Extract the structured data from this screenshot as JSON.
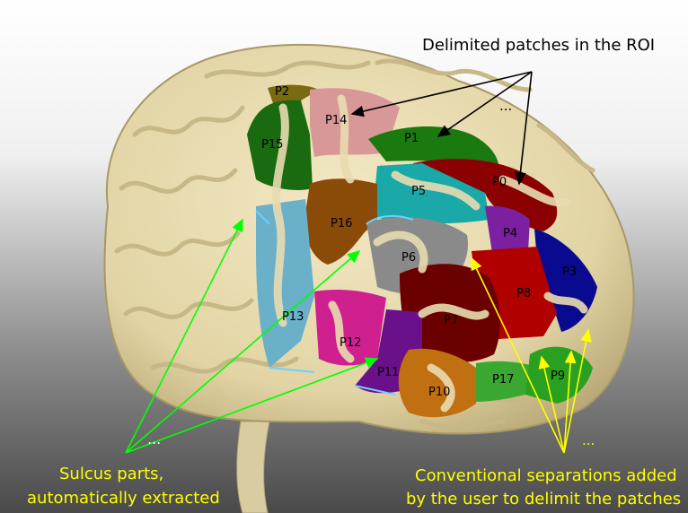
{
  "colors": {
    "background_top": "#ffffff",
    "background_bottom": "#4a4a4a",
    "brain": "#e8dcb0",
    "black_annotation": "#000000",
    "yellow_annotation": "#ffff00",
    "green_annotation": "#00ff00",
    "sulcus_line": "#6fd0ff"
  },
  "annotations": {
    "top": "Delimited patches in the ROI",
    "top_dots": "...",
    "sulcus_line1": "Sulcus parts,",
    "sulcus_line2": "automatically extracted",
    "sulcus_dots": "...",
    "separations_line1": "Conventional separations added",
    "separations_line2": "by the user to delimit the patches",
    "separations_dots": "..."
  },
  "patches": [
    {
      "label": "P0",
      "color": "#8b0000"
    },
    {
      "label": "P1",
      "color": "#1a7a10"
    },
    {
      "label": "P2",
      "color": "#7a6a10"
    },
    {
      "label": "P3",
      "color": "#0a0a90"
    },
    {
      "label": "P4",
      "color": "#7a20a0"
    },
    {
      "label": "P5",
      "color": "#1aa8a8"
    },
    {
      "label": "P6",
      "color": "#8a8a8a"
    },
    {
      "label": "P7",
      "color": "#6a0000"
    },
    {
      "label": "P8",
      "color": "#b00000"
    },
    {
      "label": "P9",
      "color": "#2aa020"
    },
    {
      "label": "P10",
      "color": "#c07010"
    },
    {
      "label": "P11",
      "color": "#6a108a"
    },
    {
      "label": "P12",
      "color": "#d02090"
    },
    {
      "label": "P13",
      "color": "#6ab0c8"
    },
    {
      "label": "P14",
      "color": "#d89898"
    },
    {
      "label": "P15",
      "color": "#1a6a10"
    },
    {
      "label": "P16",
      "color": "#8a4a08"
    },
    {
      "label": "P17",
      "color": "#3aa830"
    }
  ]
}
